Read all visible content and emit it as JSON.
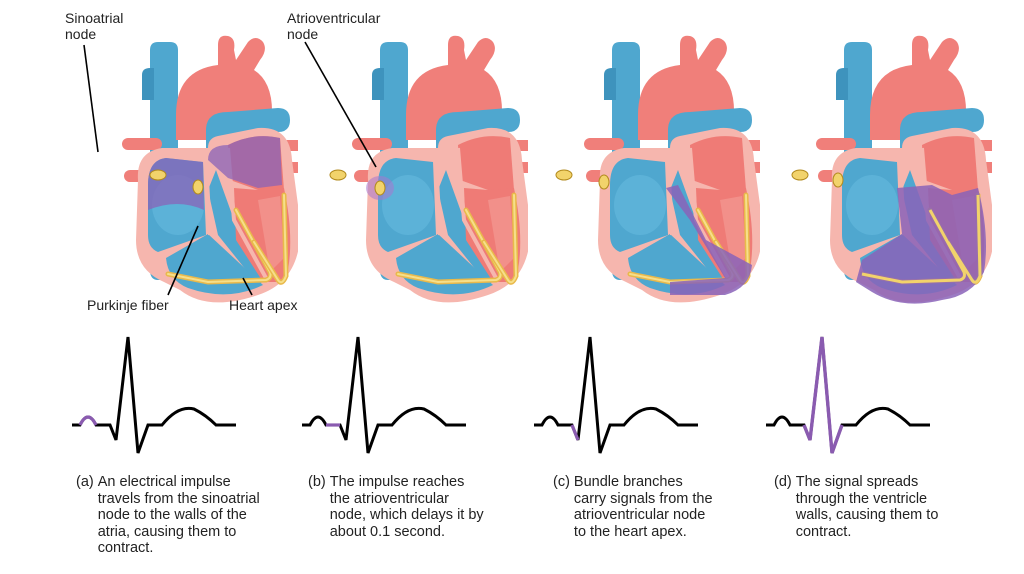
{
  "colors": {
    "artery_red": "#f07f7a",
    "vein_blue": "#4fa7cf",
    "vein_blue_dark": "#3e93bd",
    "wall_pink": "#f6b6ae",
    "chamber_red": "#ef7b76",
    "purple": "#8a63b8",
    "node_yellow": "#f2d36b",
    "ecg_black": "#000000",
    "ecg_purple": "#8a5bb0"
  },
  "labels": {
    "sinoatrial_node": "Sinoatrial\nnode",
    "sinoatrial_line1": "Sinoatrial",
    "sinoatrial_line2": "node",
    "atrioventricular_line1": "Atrioventricular",
    "atrioventricular_line2": "node",
    "purkinje_fiber": "Purkinje fiber",
    "heart_apex": "Heart apex"
  },
  "panels": [
    {
      "id": "a",
      "tag": "(a)",
      "caption": "An electrical impulse\ntravels from the sinoatrial\nnode to the walls of the\natria, causing them to\ncontract.",
      "highlight": "atria",
      "ecg_highlight": "P wave"
    },
    {
      "id": "b",
      "tag": "(b)",
      "caption": "The impulse reaches\nthe atrioventricular\nnode, which delays it by\nabout 0.1 second.",
      "highlight": "av-node",
      "ecg_highlight": "PR segment"
    },
    {
      "id": "c",
      "tag": "(c)",
      "caption": "Bundle branches\ncarry signals from the\natrioventricular node\nto the heart apex.",
      "highlight": "bundle-branches",
      "ecg_highlight": "Q wave"
    },
    {
      "id": "d",
      "tag": "(d)",
      "caption": "The signal spreads\nthrough the ventricle\nwalls, causing them to\ncontract.",
      "highlight": "ventricles",
      "ecg_highlight": "QRS complex"
    }
  ]
}
